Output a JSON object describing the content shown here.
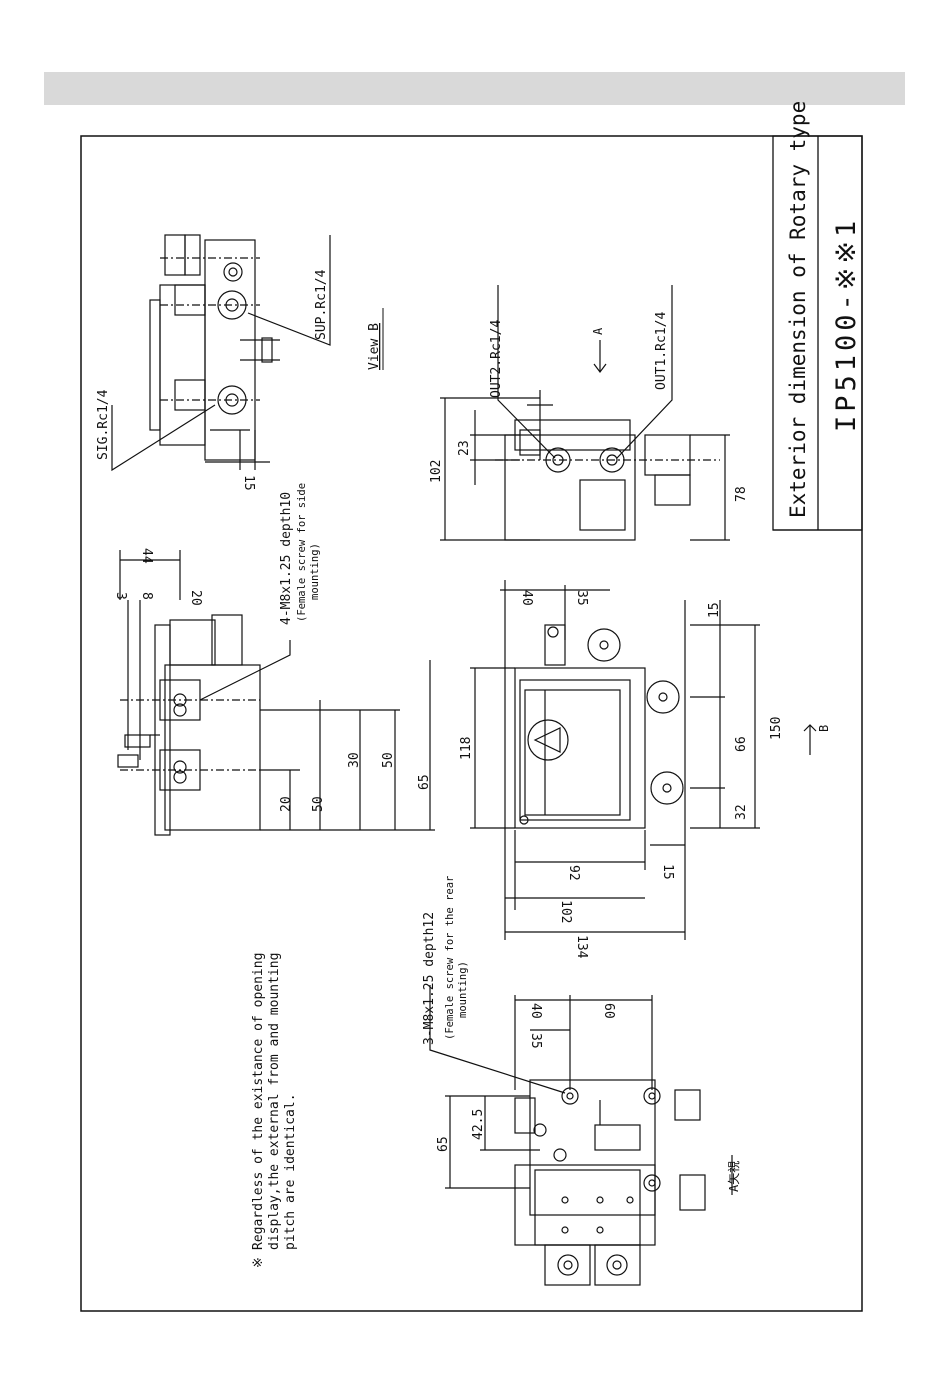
{
  "title_block": {
    "title": "Exterior dimension of Rotary type",
    "model": "IP5100-※※1"
  },
  "note": {
    "mark": "※",
    "line1": "Regardless of the existance of opening",
    "line2": "display,the external from and mounting",
    "line3": "pitch are identical."
  },
  "labels": {
    "sig_port": "SIG.Rc1/4",
    "sup_port": "SUP.Rc1/4",
    "out2_port": "OUT2.Rc1/4",
    "out1_port": "OUT1.Rc1/4",
    "view_b": "View B",
    "arrow_a": "A",
    "arrow_b": "B",
    "side_screw": "4-M8x1.25 depth10",
    "side_screw_note1": "(Female screw for side",
    "side_screw_note2": "mounting)",
    "rear_screw": "3-M8x1.25 depth12",
    "rear_screw_note1": "(Female screw for the rear",
    "rear_screw_note2": "mounting)",
    "view_a": "A矢視"
  },
  "dims": {
    "d15_top": "15",
    "d23": "23",
    "d102_side": "102",
    "d78": "78",
    "d3": "3",
    "d8": "8",
    "d20_top": "20",
    "d44": "44",
    "d20": "20",
    "d30": "30",
    "d50a": "50",
    "d50b": "50",
    "d65_mid": "65",
    "d118": "118",
    "d40_mid": "40",
    "d35_mid": "35",
    "d15_gauge": "15",
    "d66": "66",
    "d150": "150",
    "d32": "32",
    "d92": "92",
    "d15_bottom": "15",
    "d102_front": "102",
    "d134": "134",
    "d65_left": "65",
    "d42_5": "42.5",
    "d35_left": "35",
    "d40_left": "40",
    "d60": "60"
  }
}
